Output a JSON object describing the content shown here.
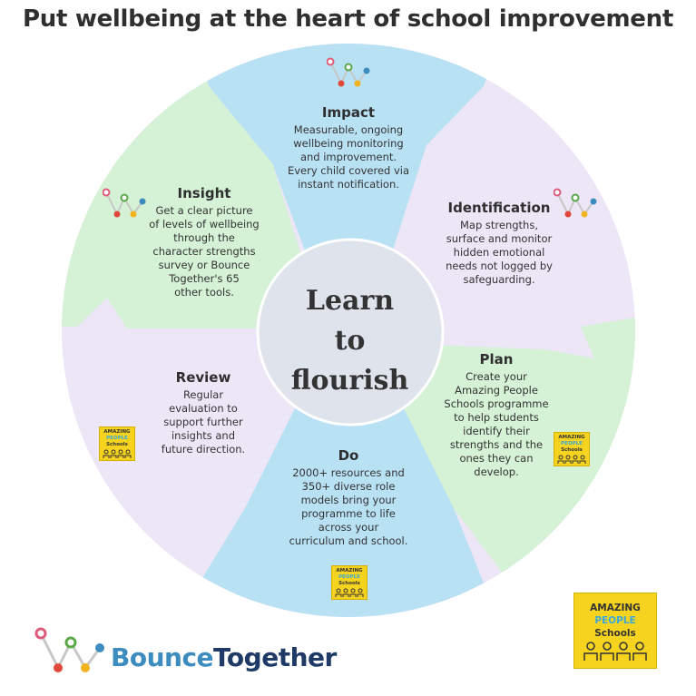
{
  "title": "Put wellbeing at the heart of school improvement",
  "center": {
    "line1": "Learn",
    "line2": "to",
    "line3": "flourish"
  },
  "sections": {
    "impact": {
      "heading": "Impact",
      "lines": [
        "Measurable, ongoing",
        "wellbeing monitoring",
        "and improvement.",
        "Every child covered via",
        "instant notification."
      ]
    },
    "identification": {
      "heading": "Identification",
      "lines": [
        "Map strengths,",
        "surface and monitor",
        "hidden emotional",
        "needs not logged by",
        "safeguarding."
      ]
    },
    "plan": {
      "heading": "Plan",
      "lines": [
        "Create your",
        "Amazing People",
        "Schools programme",
        "to help students",
        "identify their",
        "strengths and the",
        "ones they can",
        "develop."
      ]
    },
    "do": {
      "heading": "Do",
      "lines": [
        "2000+ resources and",
        "350+ diverse role",
        "models bring your",
        "programme to life",
        "across your",
        "curriculum and school."
      ]
    },
    "review": {
      "heading": "Review",
      "lines": [
        "Regular",
        "evaluation to",
        "support further",
        "insights and",
        "future direction."
      ]
    },
    "insight": {
      "heading": "Insight",
      "lines": [
        "Get a clear picture",
        "of levels of wellbeing",
        "through the",
        "character strengths",
        "survey or Bounce",
        "Together's 65",
        "other tools."
      ]
    }
  },
  "logos": {
    "bounce_part1": "Bounce",
    "bounce_part2": "Together",
    "aps_line1": "AMAZING",
    "aps_line2": "PEOPLE",
    "aps_line3": "Schools"
  },
  "colors": {
    "blue": "#b9e1f4",
    "green": "#d5f1d6",
    "lavender": "#ece6f7",
    "center": "#dfe3eb",
    "aps_yellow": "#f6d31e",
    "bounce_blue": "#3c8cc0",
    "bounce_dark": "#1f3a66"
  },
  "icons": [
    "bounce-logo-icon",
    "amazing-people-schools-badge"
  ]
}
